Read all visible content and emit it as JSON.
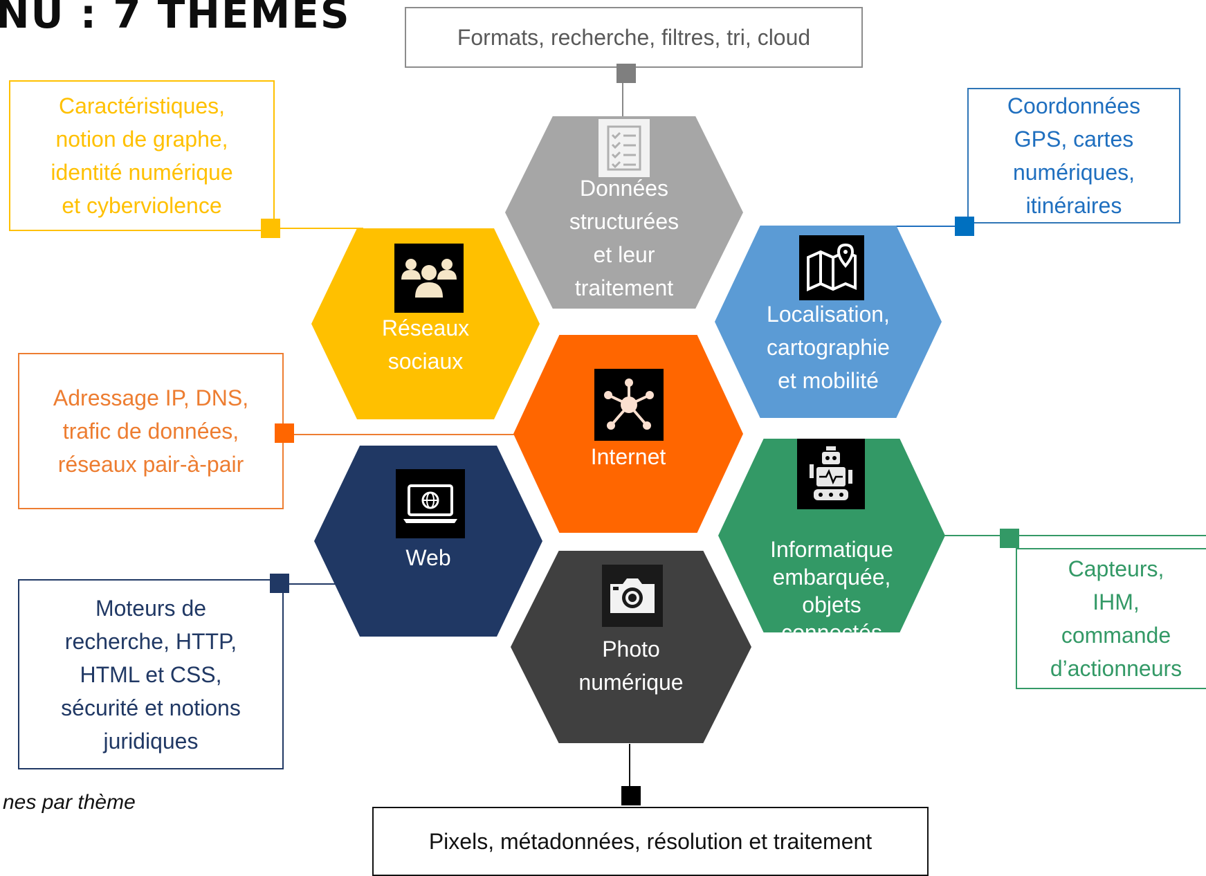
{
  "header": {
    "title": "NU : 7 THEMES"
  },
  "footnote": "nes par thème",
  "colors": {
    "donnees": "#a6a6a6",
    "reseaux": "#ffc000",
    "localisation": "#5b9bd5",
    "internet": "#ff6600",
    "web": "#203864",
    "informatique": "#339966",
    "photo": "#404040"
  },
  "hexagons": {
    "donnees": {
      "label": "Données\nstructurées\net leur\ntraitement",
      "icon": "checklist-icon"
    },
    "reseaux": {
      "label": "Réseaux\nsociaux",
      "icon": "people-group-icon"
    },
    "localisation": {
      "label": "Localisation,\ncartographie\net mobilité",
      "icon": "map-pin-icon"
    },
    "internet": {
      "label": "Internet",
      "icon": "network-hub-icon"
    },
    "web": {
      "label": "Web",
      "icon": "laptop-globe-icon"
    },
    "informatique": {
      "label": "Informatique\nembarquée,\nobjets\nconnectés",
      "icon": "robot-icon"
    },
    "photo": {
      "label": "Photo\nnumérique",
      "icon": "camera-icon"
    }
  },
  "notes": {
    "donnees": "Formats, recherche, filtres, tri, cloud",
    "reseaux": "Caractéristiques,\nnotion de graphe,\nidentité numérique\net cyberviolence",
    "localisation": "Coordonnées\nGPS, cartes\nnumériques,\nitinéraires",
    "internet": "Adressage IP, DNS,\ntrafic de données,\nréseaux pair-à-pair",
    "web": "Moteurs de\nrecherche, HTTP,\nHTML et CSS,\nsécurité et notions\njuridiques",
    "informatique": "Capteurs,\nIHM,\ncommande\nd’actionneurs",
    "photo": "Pixels, métadonnées, résolution et traitement"
  }
}
